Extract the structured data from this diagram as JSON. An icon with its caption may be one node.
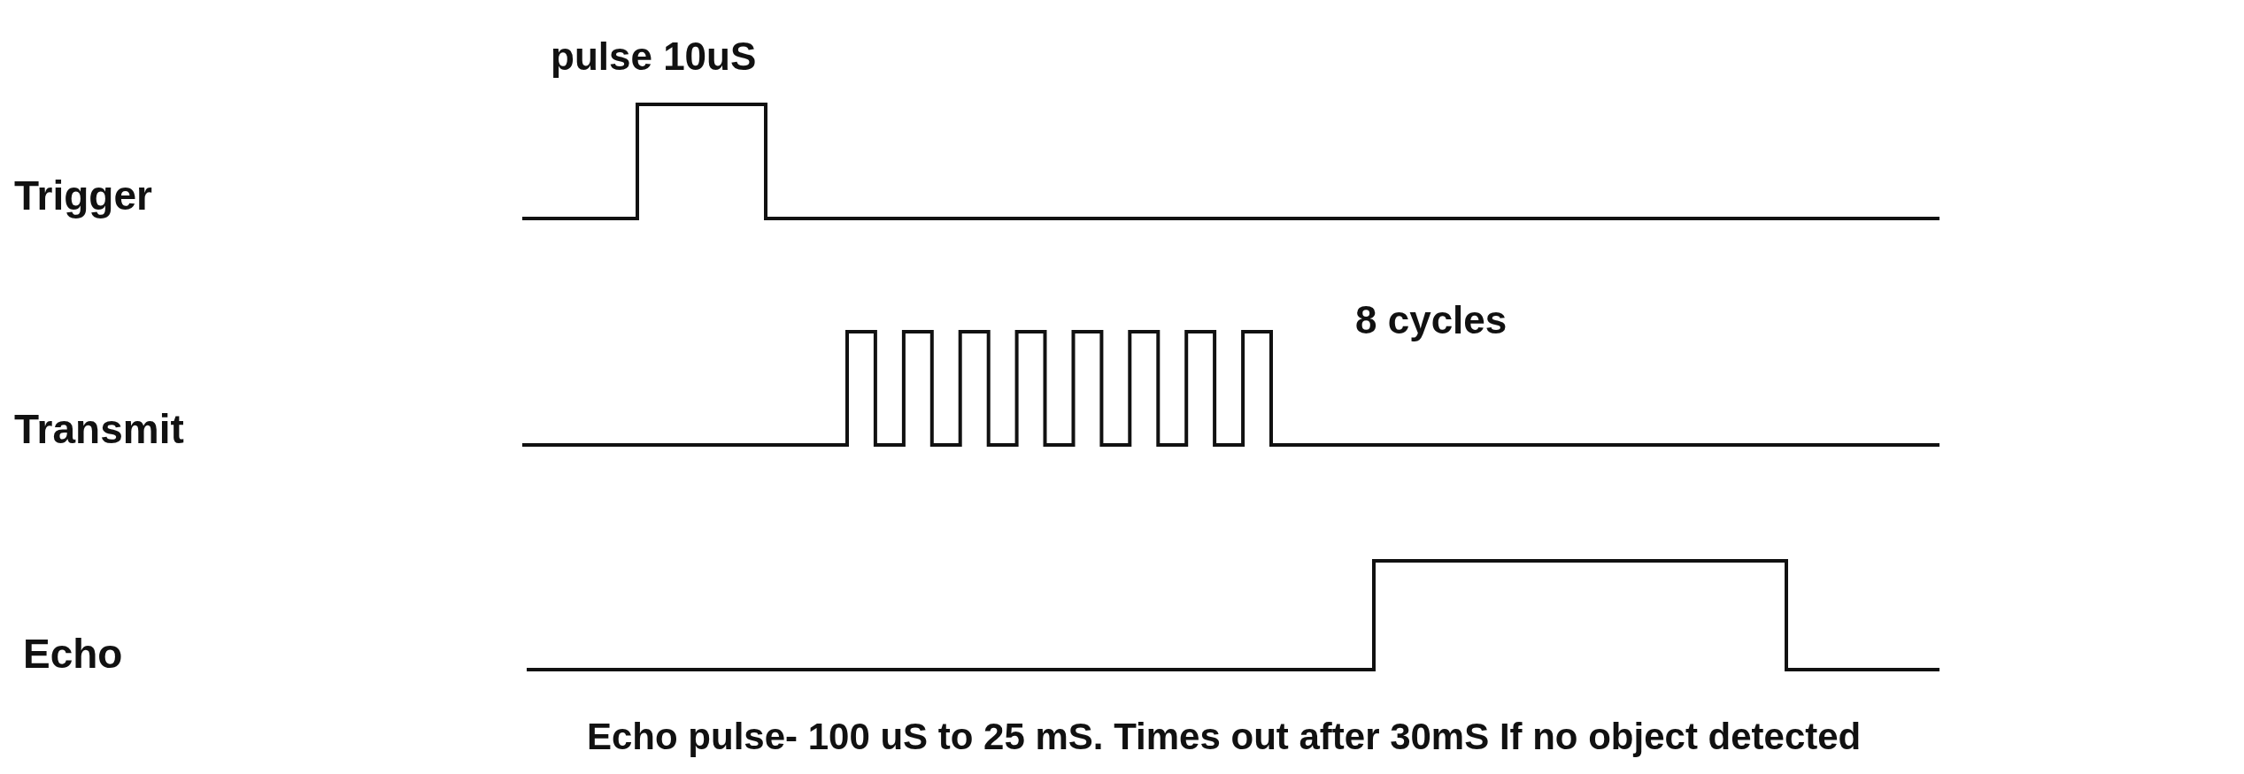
{
  "diagram": {
    "labels": [
      "pulse 10uS",
      "Trigger",
      "8 cycles",
      "Transmit",
      "Echo",
      "Echo pulse- 100 uS to 25 mS. Times out after 30mS If no object detected"
    ]
  }
}
